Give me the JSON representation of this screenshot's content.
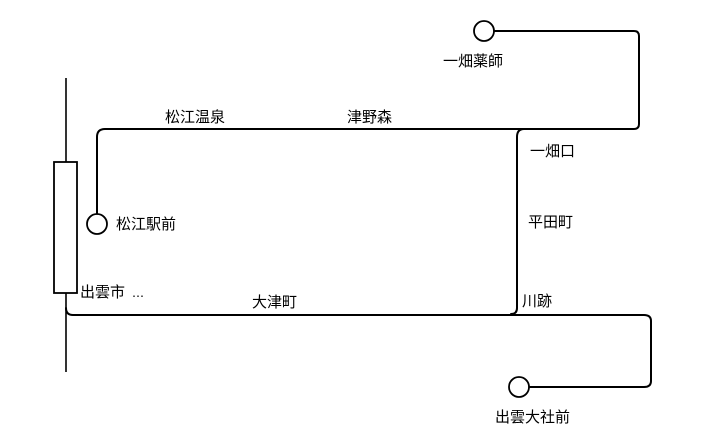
{
  "colors": {
    "line": "#000000",
    "background": "#ffffff"
  },
  "stations": {
    "ichibata_yakushi": "一畑薬師",
    "matsue_onsen": "松江温泉",
    "tsunomori": "津野森",
    "ichibataguchi": "一畑口",
    "matsue_ekimae": "松江駅前",
    "hirata_cho": "平田町",
    "izumoshi": "出雲市",
    "izumoshi_suffix": "…",
    "otsu_cho": "大津町",
    "kawato": "川跡",
    "izumo_taisha_mae": "出雲大社前"
  }
}
